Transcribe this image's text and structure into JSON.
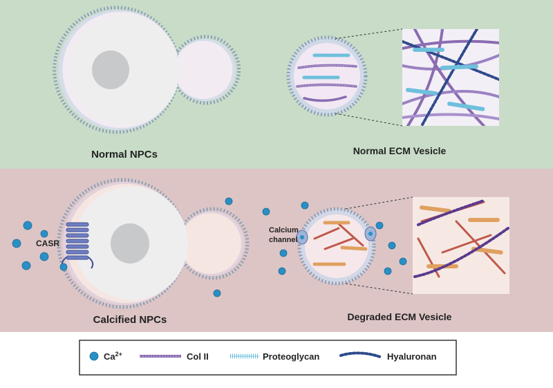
{
  "panels": {
    "top": {
      "cell_label": "Normal NPCs",
      "vesicle_label": "Normal ECM Vesicle",
      "background": "#c9dcc8"
    },
    "bottom": {
      "cell_label": "Calcified NPCs",
      "vesicle_label": "Degraded ECM Vesicle",
      "receptor_label": "CASR",
      "channel_label_line1": "Calcium",
      "channel_label_line2": "channel",
      "background": "#ddc5c6"
    }
  },
  "legend": {
    "ca_label": "Ca",
    "ca_superscript": "2+",
    "col_label": "Col II",
    "proteoglycan_label": "Proteoglycan",
    "hyaluronan_label": "Hyaluronan"
  },
  "colors": {
    "membrane": "#8aa0b8",
    "cytoplasm": "#eeeeef",
    "nucleus": "#c8c9cb",
    "calcium": "#2a8fc4",
    "col_normal": "#8a6cb0",
    "col_degraded": "#c0584a",
    "proteoglycan_normal": "#6ec0dc",
    "proteoglycan_degraded": "#e0a060",
    "hyaluronan": "#2e4a8c"
  }
}
